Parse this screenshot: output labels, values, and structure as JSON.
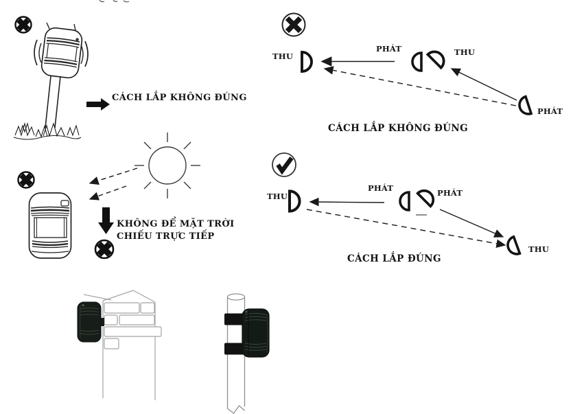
{
  "page": {
    "background": "#ffffff"
  },
  "colors": {
    "ink": "#1a1a1a",
    "line_gray": "#a0a0a0",
    "pole_gray": "#8f8f8f",
    "device_body": "#151b16"
  },
  "icons": {
    "wrong": "crossed-circle",
    "correct": "check-circle",
    "pointer_right": "right-arrow",
    "pointer_down": "down-arrow",
    "sun": "sun"
  },
  "top_left_diagram": {
    "caption": "CÁCH LẮP KHÔNG ĐÚNG"
  },
  "sun_warning": {
    "line1": "KHÔNG ĐỂ MẶT TRỜI",
    "line2": "CHIẾU TRỰC TIẾP"
  },
  "beam_incorrect": {
    "receiver_left": "THU",
    "transmitter_mid": "PHÁT",
    "receiver_mid": "THU",
    "transmitter_bottom": "PHÁT",
    "caption": "CÁCH LẮP KHÔNG ĐÚNG"
  },
  "beam_correct": {
    "receiver_left": "THU",
    "transmitter_mid": "PHÁT",
    "transmitter_mid2": "PHÁT",
    "receiver_bottom": "THU",
    "caption": "CÁCH LẮP ĐÚNG"
  }
}
